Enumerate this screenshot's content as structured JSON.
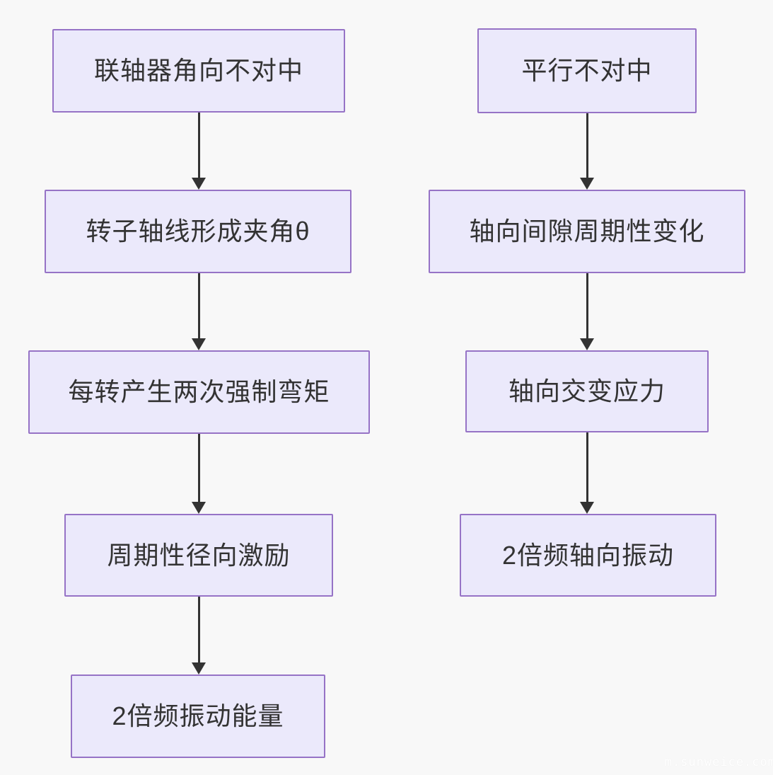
{
  "page": {
    "background_color": "#f8f8f8",
    "watermark": "m.sunweice.com"
  },
  "style": {
    "node_fill": "#ebe9fb",
    "node_border": "#9673c6",
    "node_text_color": "#333333",
    "arrow_color": "#333333"
  },
  "flowchart": {
    "type": "flowchart",
    "direction": "top-down",
    "left_chain": [
      "联轴器角向不对中",
      "转子轴线形成夹角θ",
      "每转产生两次强制弯矩",
      "周期性径向激励",
      "2倍频振动能量"
    ],
    "right_chain": [
      "平行不对中",
      "轴向间隙周期性变化",
      "轴向交变应力",
      "2倍频轴向振动"
    ]
  }
}
